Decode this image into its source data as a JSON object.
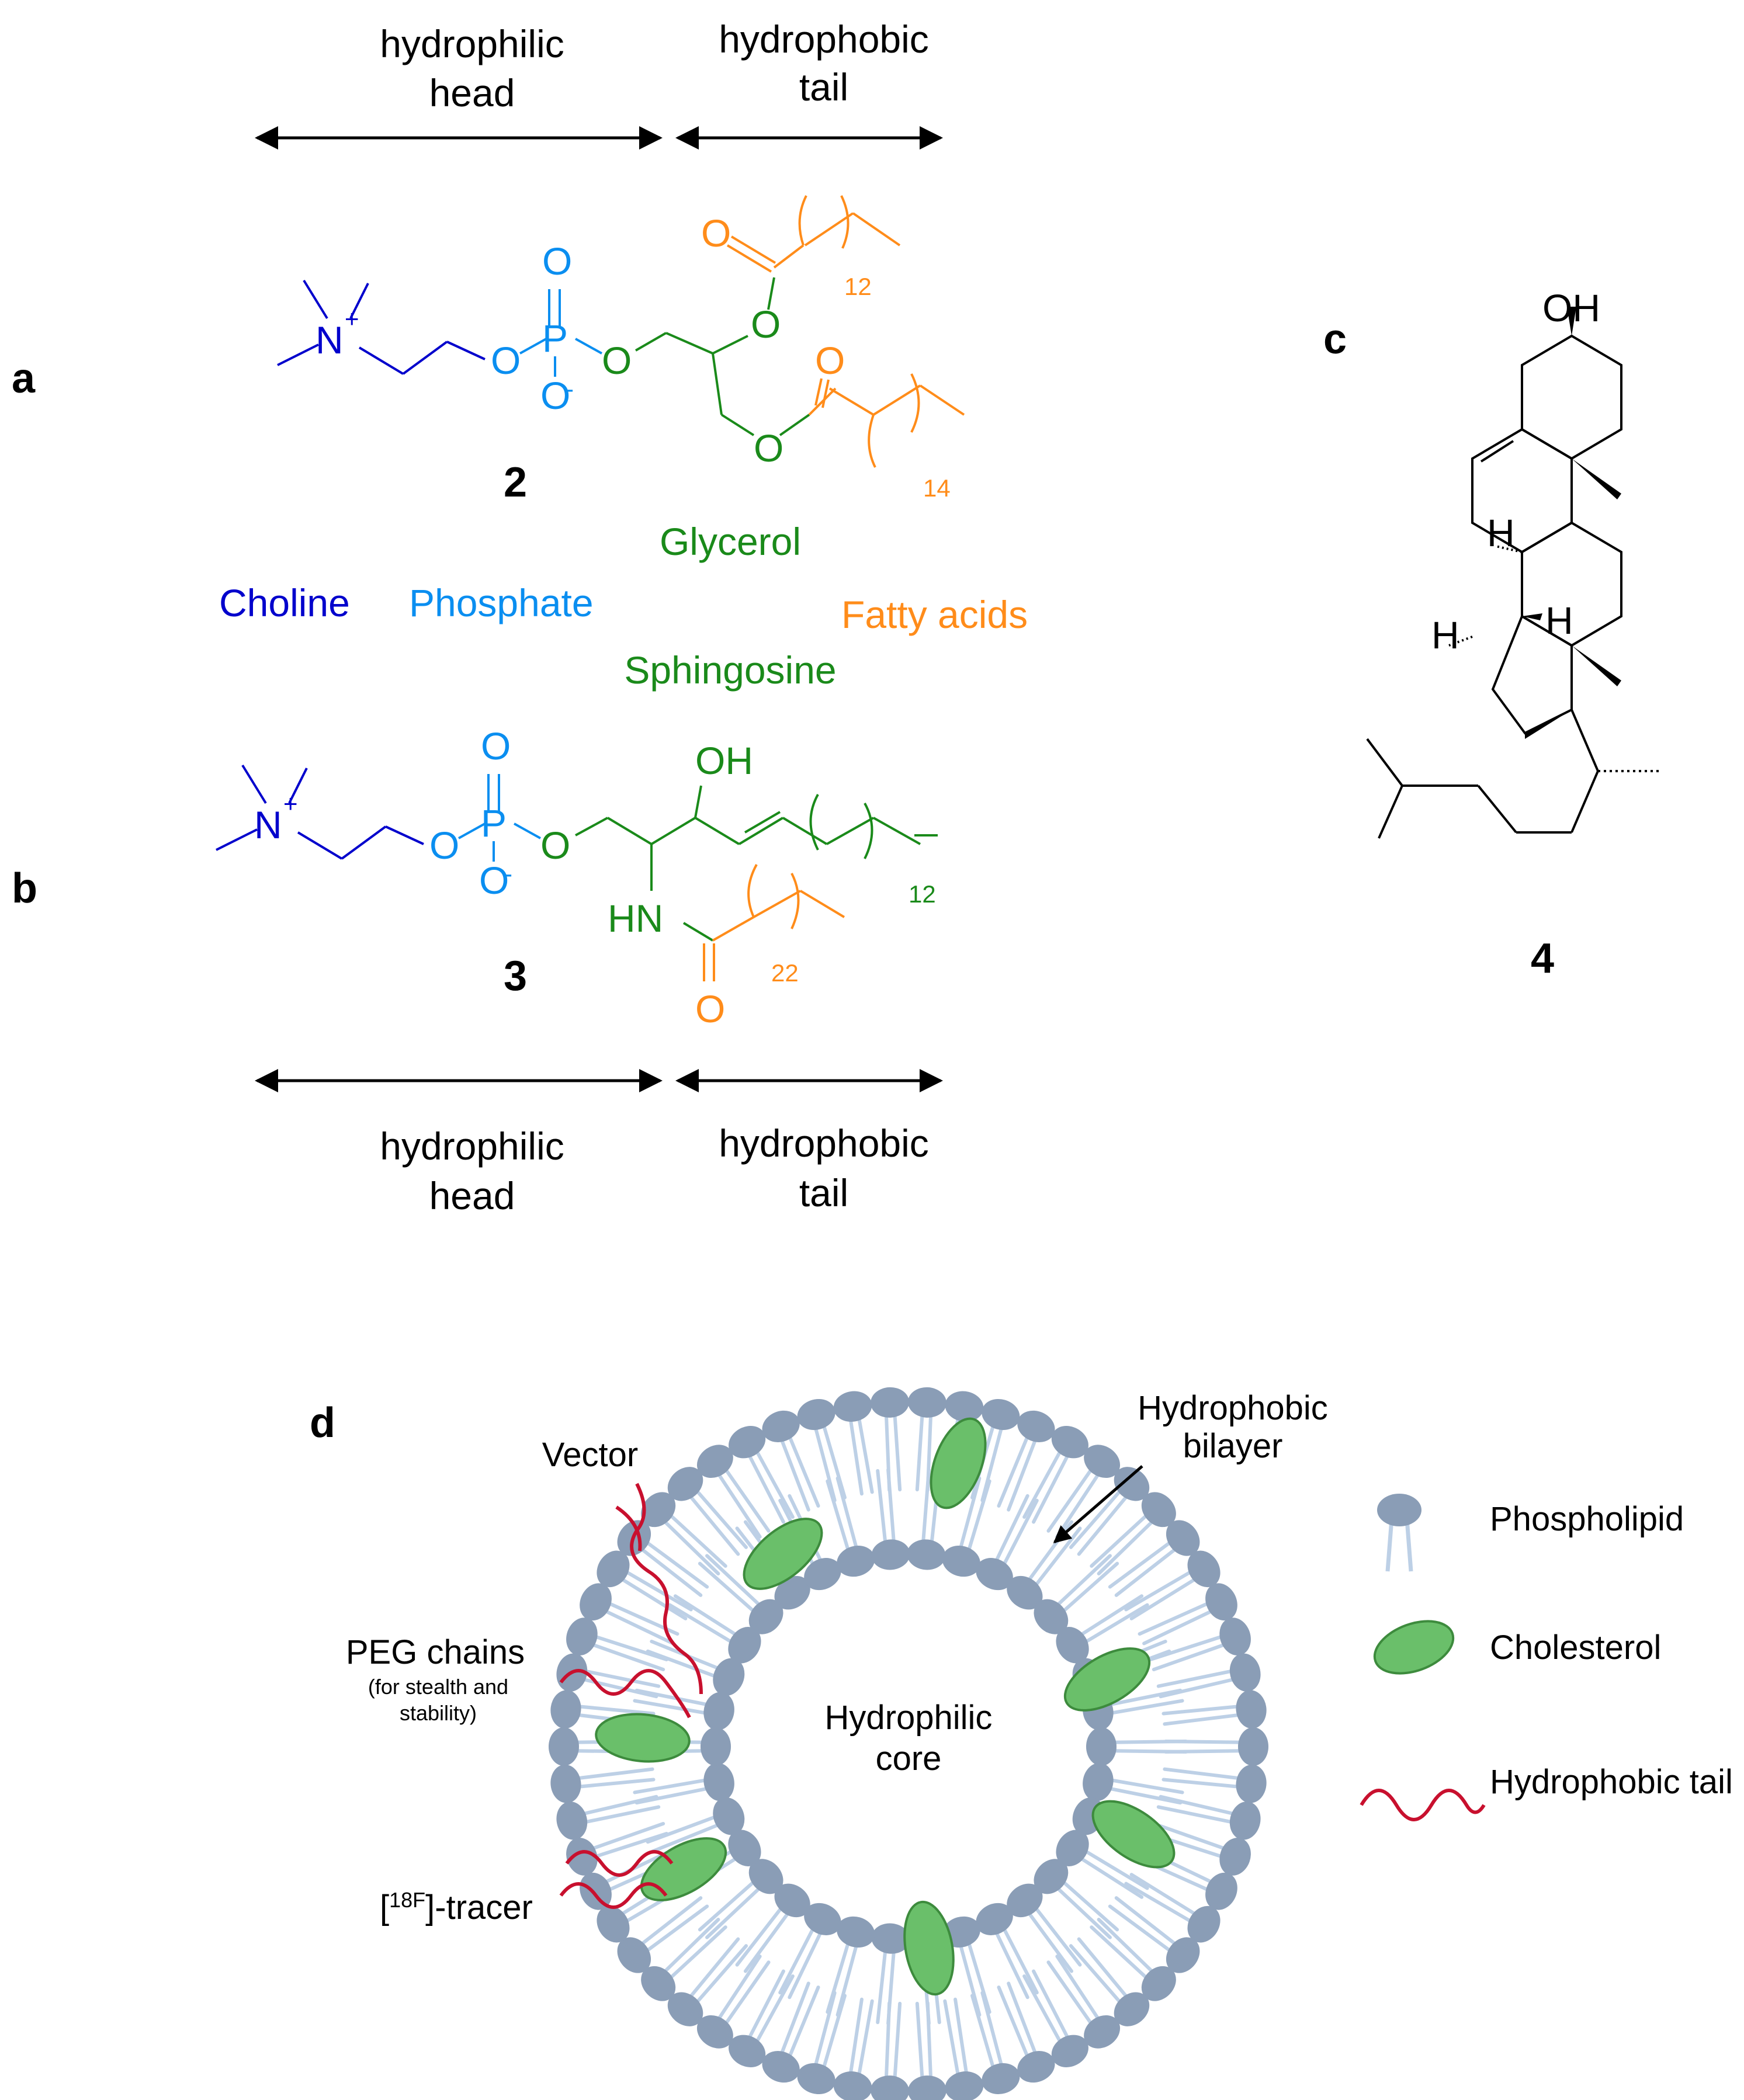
{
  "labels": {
    "panel_a": "a",
    "panel_b": "b",
    "panel_c": "c",
    "panel_d": "d",
    "hydrophilic": "hydrophilic",
    "head": "head",
    "hydrophobic": "hydrophobic",
    "tail": "tail",
    "choline": "Choline",
    "phosphate": "Phosphate",
    "glycerol": "Glycerol",
    "sphingosine": "Sphingosine",
    "fatty_acids": "Fatty acids",
    "cmpd2": "2",
    "cmpd3": "3",
    "cmpd4": "4"
  },
  "atoms": {
    "N": "N",
    "plus": "+",
    "O": "O",
    "P": "P",
    "minus": "-",
    "OH": "OH",
    "HN": "HN",
    "H": "H",
    "n12": "12",
    "n14": "14",
    "n22": "22"
  },
  "liposome": {
    "vector": "Vector",
    "peg": "PEG chains",
    "peg_note1": "(for stealth and",
    "peg_note2": "stability)",
    "tracer_open": "[",
    "tracer_sup": "18F",
    "tracer_rest": "]-tracer",
    "bilayer1": "Hydrophobic",
    "bilayer2": "bilayer",
    "core1": "Hydrophilic",
    "core2": "core"
  },
  "legend": {
    "phospholipid": "Phospholipid",
    "cholesterol": "Cholesterol",
    "tail": "Hydrophobic tail"
  },
  "colors": {
    "choline": "#0000cc",
    "phosphate": "#0a8ef0",
    "glycerol": "#1a8a1a",
    "fatty": "#ff8c1a",
    "lipid_head": "#8a9db6",
    "lipid_tail": "#bdd0e6",
    "cholesterol": "#6abf6a",
    "peg": "#c8102e"
  }
}
